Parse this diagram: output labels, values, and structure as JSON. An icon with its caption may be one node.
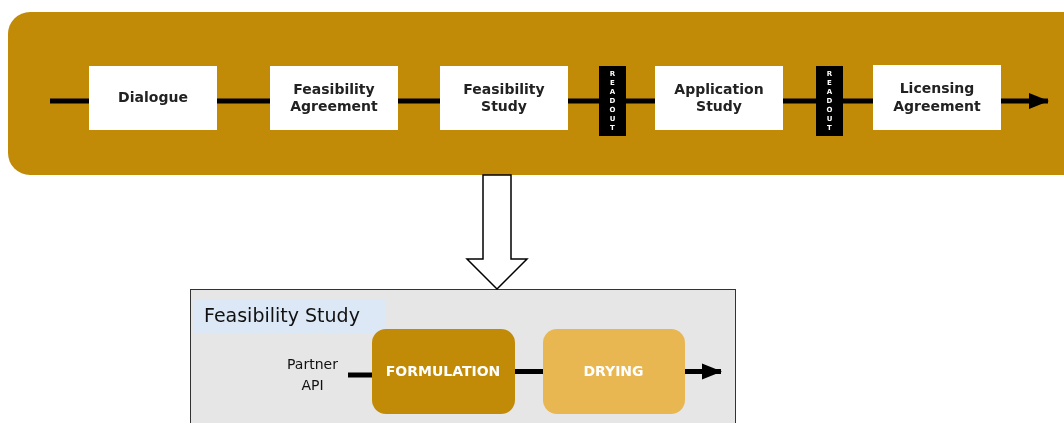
{
  "diagram": {
    "nodes": [
      {
        "text": [],
        "shape": "box"
      },
      {
        "text": [
          "Dialogue"
        ],
        "in": 0
      },
      {
        "text": [
          "Feasibility Agreement"
        ],
        "in": 0
      },
      {
        "text": [
          "Feasibility Study"
        ],
        "in": 0
      },
      {
        "text": [
          "READOUT"
        ],
        "in": 0
      },
      {
        "text": [
          "Application Study"
        ],
        "in": 0
      },
      {
        "text": [
          "READOUT"
        ],
        "in": 0
      },
      {
        "text": [
          "Licensing Agreement"
        ],
        "in": 0
      },
      {
        "text": [
          "Feasibility Study"
        ]
      },
      {
        "text": [
          "Partner API"
        ],
        "in": 8
      },
      {
        "text": [
          "FORMULATION"
        ],
        "in": 8
      },
      {
        "text": [
          "DRYING"
        ],
        "in": 8
      }
    ],
    "edges": [
      {
        "from": null,
        "to": 1,
        "arrow": "none"
      },
      {
        "from": 1,
        "to": 2,
        "arrow": "none"
      },
      {
        "from": 2,
        "to": 3,
        "arrow": "none"
      },
      {
        "from": 3,
        "to": 4,
        "arrow": "none"
      },
      {
        "from": 4,
        "to": 5,
        "arrow": "none"
      },
      {
        "from": 5,
        "to": 6,
        "arrow": "none"
      },
      {
        "from": 6,
        "to": 7,
        "arrow": "none"
      },
      {
        "from": 7,
        "to": null,
        "arrow": "to"
      },
      {
        "from": 0,
        "to": 8,
        "arrow": "to"
      },
      {
        "from": 9,
        "to": 10,
        "arrow": "none"
      },
      {
        "from": 10,
        "to": 11,
        "arrow": "none"
      },
      {
        "from": 11,
        "to": null,
        "arrow": "to"
      }
    ]
  }
}
